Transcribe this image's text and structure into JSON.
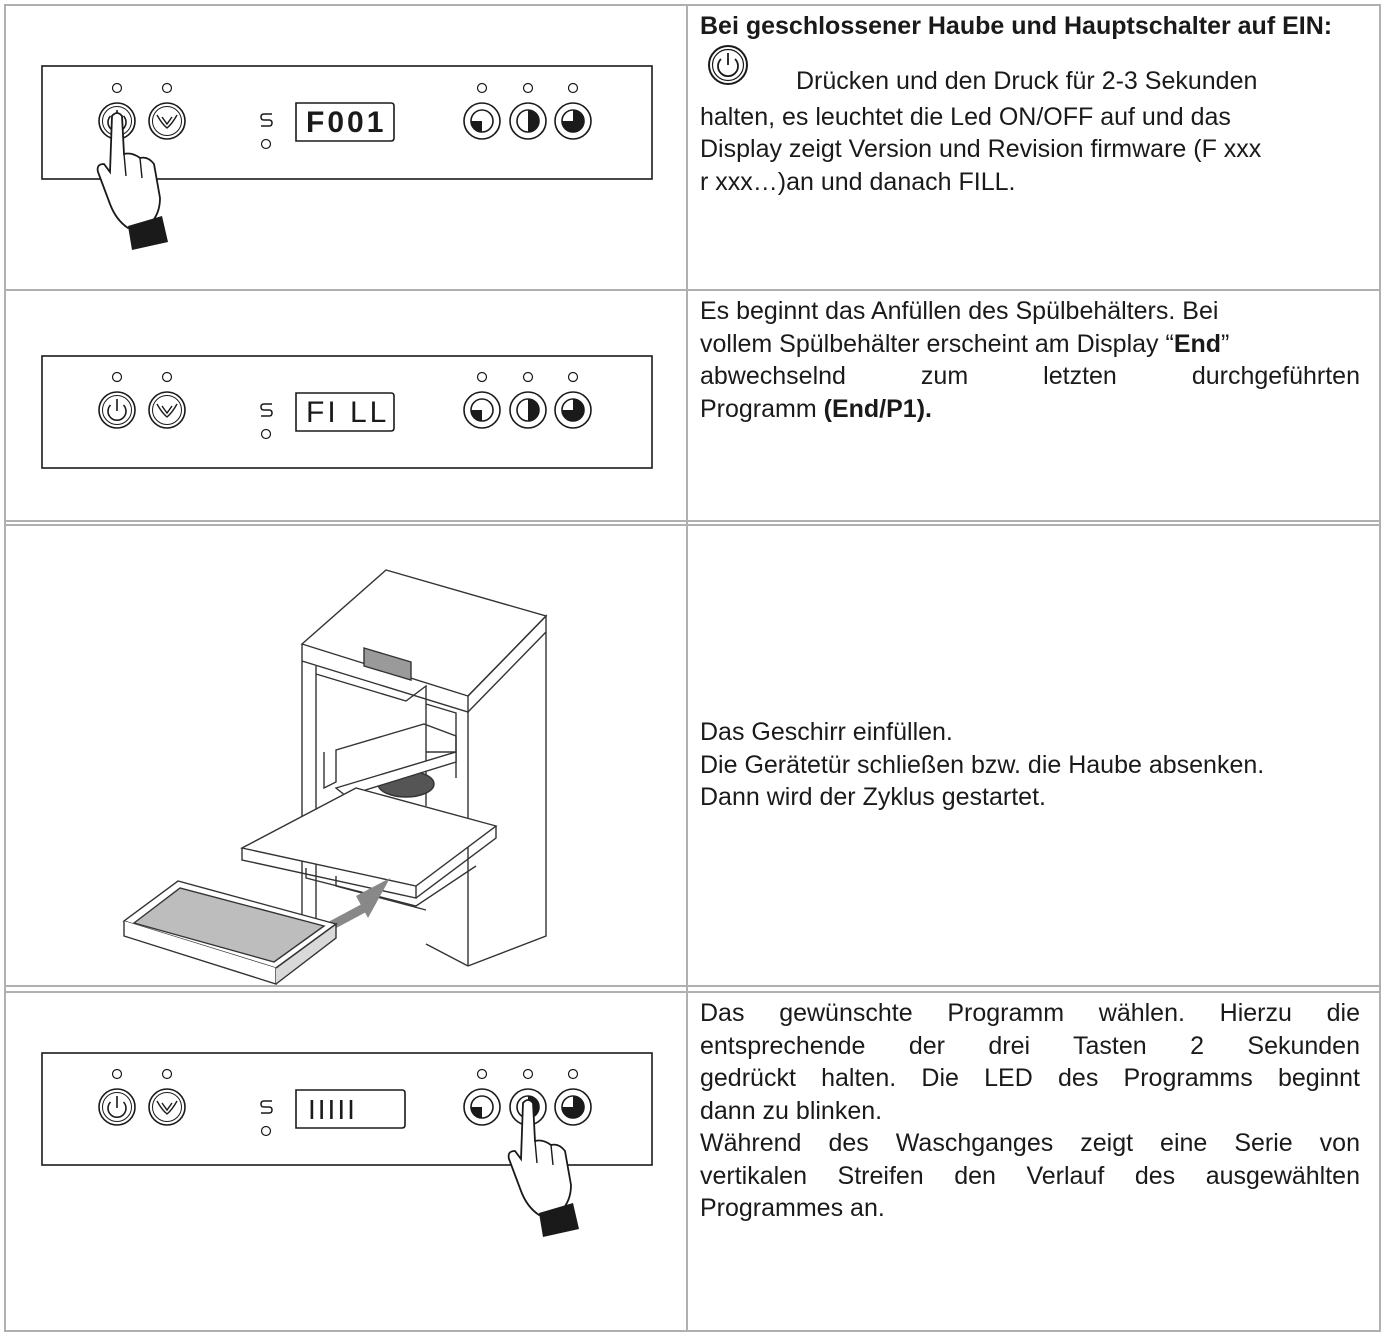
{
  "rows": [
    {
      "panel": {
        "display": "F001"
      },
      "text": {
        "heading": "Bei geschlossener Haube und Hauptschalter auf EIN:",
        "line1": "Drücken und den Druck für 2-3 Sekunden",
        "line2": "halten, es leuchtet die Led ON/OFF auf und das",
        "line3": "Display zeigt Version und Revision firmware (F xxx",
        "line4": "r xxx…)an und danach FILL."
      }
    },
    {
      "panel": {
        "display": "FI LL"
      },
      "text": {
        "line1": "Es beginnt das Anfüllen des Spülbehälters. Bei",
        "line2_a": "vollem Spülbehälter erscheint am Display “",
        "line2_bold": "End",
        "line2_b": "”",
        "line3": "abwechselnd zum letzten durchgeführten",
        "line4_a": "Programm ",
        "line4_bold": "(End/P1)."
      }
    },
    {
      "text": {
        "line1": "Das Geschirr einfüllen.",
        "line2": "Die Gerätetür schließen bzw. die Haube absenken.",
        "line3": "Dann wird der Zyklus gestartet."
      }
    },
    {
      "panel": {
        "display": "IIIII"
      },
      "text": {
        "line1": "Das gewünschte Programm wählen. Hierzu die",
        "line2": "entsprechende der drei Tasten 2 Sekunden",
        "line3": "gedrückt halten. Die LED des Programms beginnt",
        "line4": "dann zu blinken.",
        "line5": "Während des Waschganges zeigt eine Serie von",
        "line6": "vertikalen Streifen den Verlauf des ausgewählten",
        "line7": "Programmes an."
      }
    }
  ],
  "icons": [
    "power-icon",
    "drain-icon",
    "cycle-icon",
    "program-short-icon",
    "program-medium-icon",
    "program-long-icon",
    "pointing-hand-icon"
  ],
  "colors": {
    "line": "#b0b0b0",
    "ink": "#1a1a1a"
  }
}
